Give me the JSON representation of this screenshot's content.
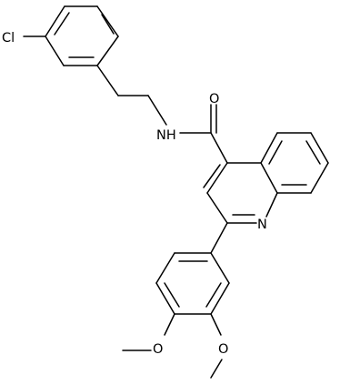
{
  "molecule": {
    "atom_labels": {
      "chlorine": "Cl",
      "amide_oxygen": "O",
      "amide_nitrogen": "NH",
      "quinoline_nitrogen": "N",
      "methoxy_oxygen_left": "O",
      "methoxy_oxygen_right": "O"
    }
  }
}
